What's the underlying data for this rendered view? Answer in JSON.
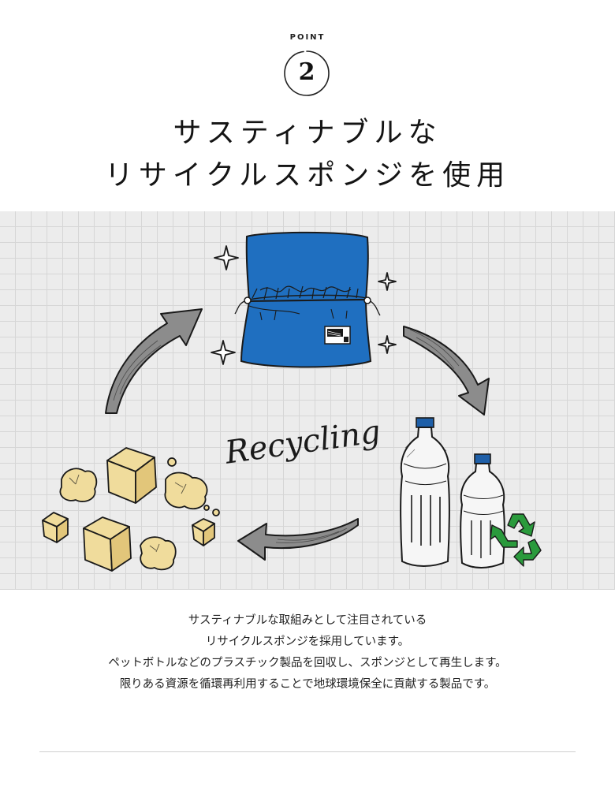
{
  "point": {
    "label": "POINT",
    "number": "2"
  },
  "title": {
    "line1": "サスティナブルな",
    "line2": "リサイクルスポンジを使用"
  },
  "illustration": {
    "script_text": "Recycling",
    "colors": {
      "pouch": "#1f6fc0",
      "sponge": "#f0dc9c",
      "arrow": "#8c8c8c",
      "recycle": "#2a9a3c",
      "bottle_cap": "#1e5fa8",
      "grid_bg": "#ececec"
    },
    "icons": [
      "blue-pouch",
      "sparkle-icon",
      "plastic-bottle",
      "recycle-icon",
      "sponge-cubes",
      "cycle-arrow"
    ]
  },
  "body": {
    "lines": [
      "サスティナブルな取組みとして注目されている",
      "リサイクルスポンジを採用しています。",
      "ペットボトルなどのプラスチック製品を回収し、スポンジとして再生します。",
      "限りある資源を循環再利用することで地球環境保全に貢献する製品です。"
    ]
  }
}
